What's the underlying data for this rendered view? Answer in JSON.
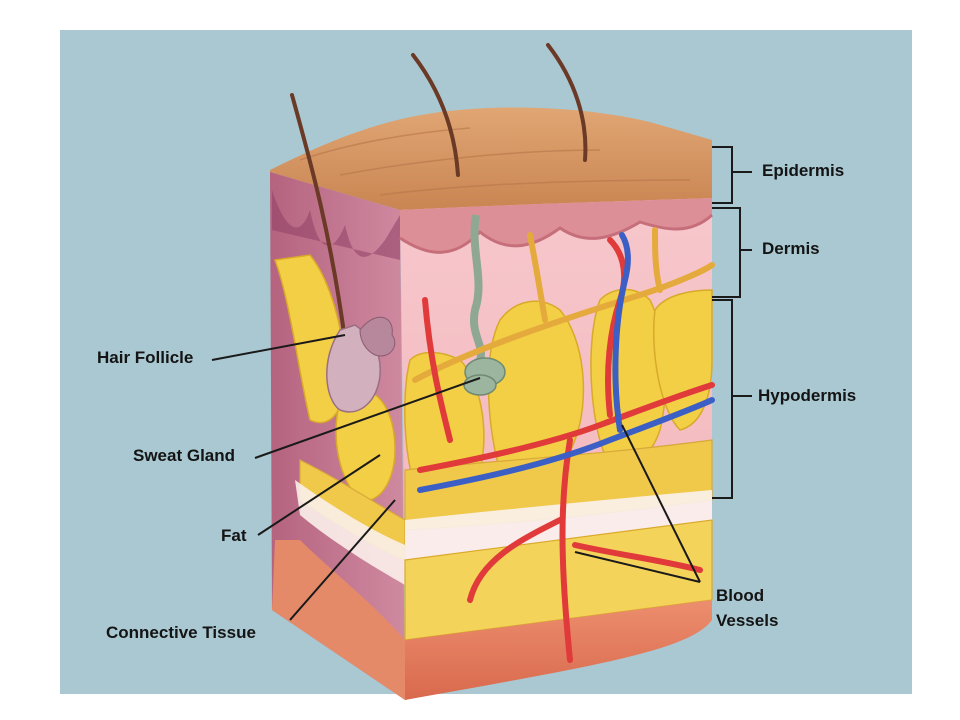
{
  "labels": {
    "epidermis": "Epidermis",
    "dermis": "Dermis",
    "hypodermis": "Hypodermis",
    "hair_follicle": "Hair Follicle",
    "sweat_gland": "Sweat Gland",
    "fat": "Fat",
    "connective_tissue": "Connective Tissue",
    "blood_vessels_line1": "Blood",
    "blood_vessels_line2": "Vessels"
  },
  "colors": {
    "background": "#a9c8d2",
    "skin_surface": "#d99a66",
    "epidermis": "#e8a6a6",
    "dermis": "#f4c2c8",
    "fat": "#f2d24a",
    "artery": "#e03a3a",
    "vein": "#3b5fc4",
    "muscle": "#e07a5a",
    "hair": "#6b3a26",
    "follicle": "#c9a3b3",
    "sweat_gland": "#9bb59f",
    "nerve": "#e8b040"
  }
}
